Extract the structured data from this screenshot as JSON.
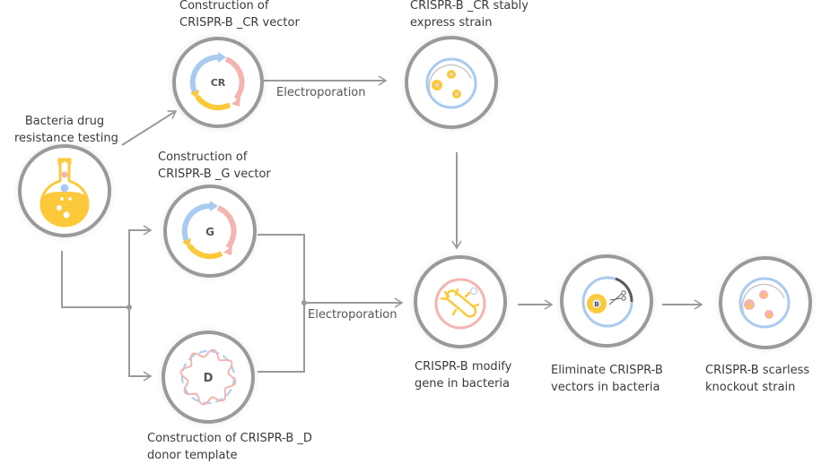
{
  "diagram": {
    "colors": {
      "ring": "#9a9a9a",
      "connector": "#9a9a9a",
      "blue": "#a9cbf0",
      "pink": "#f4b4b0",
      "yellow": "#fcc93a",
      "dark": "#5a5a5a"
    },
    "nodes": {
      "drug_test": {
        "label_line1": "Bacteria drug",
        "label_line2": "resistance testing",
        "icon": "flask-icon"
      },
      "cr_vector": {
        "label_line1": "Construction of",
        "label_line2": "CRISPR-B _CR vector",
        "icon_text": "CR",
        "icon": "plasmid-cycle-icon"
      },
      "g_vector": {
        "label_line1": "Construction of",
        "label_line2": "CRISPR-B _G vector",
        "icon_text": "G",
        "icon": "plasmid-cycle-icon"
      },
      "d_template": {
        "label_line1": "Construction of CRISPR-B _D",
        "label_line2": "donor template",
        "icon_text": "D",
        "icon": "dna-ring-icon"
      },
      "cr_strain": {
        "label_line1": "CRISPR-B _CR stably",
        "label_line2": "express strain",
        "icon": "petri-dish-icon"
      },
      "modify": {
        "label_line1": "CRISPR-B modify",
        "label_line2": "gene in bacteria",
        "icon": "bacterium-icon"
      },
      "eliminate": {
        "label_line1": "Eliminate CRISPR-B",
        "label_line2": "vectors in bacteria",
        "icon_text": "B",
        "icon": "scissors-plasmid-icon"
      },
      "knockout": {
        "label_line1": "CRISPR-B scarless",
        "label_line2": "knockout strain",
        "icon": "petri-dish-icon"
      }
    },
    "edges": {
      "electroporation_top": "Electroporation",
      "electroporation_mid": "Electroporation"
    }
  }
}
